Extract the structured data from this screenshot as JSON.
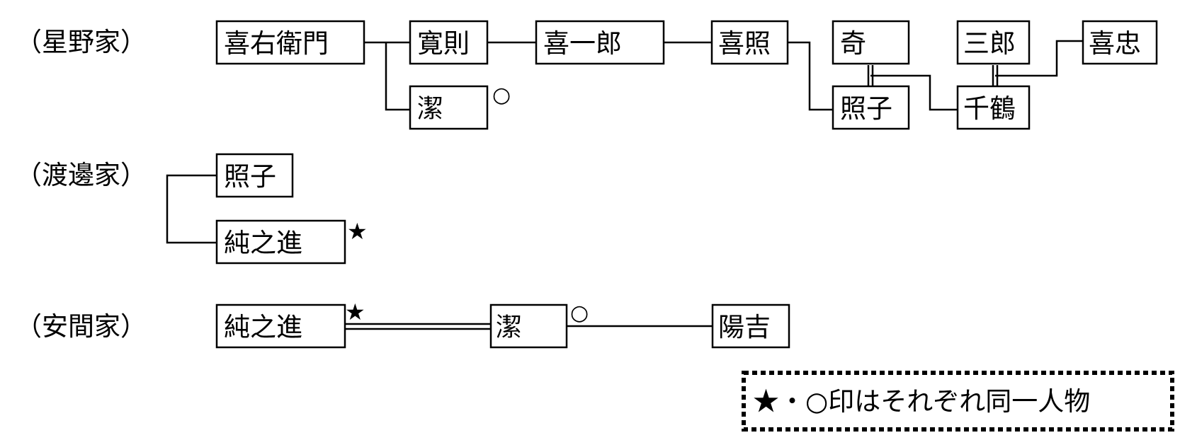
{
  "families": {
    "hoshino": "（星野家）",
    "watanabe": "（渡邊家）",
    "yasuma": "（安間家）"
  },
  "people": {
    "kiemon": "喜右衛門",
    "hironori": "寛則",
    "kiyoshi_h": "潔",
    "kiichiro": "喜一郎",
    "kiteru": "喜照",
    "ki": "奇",
    "teruko_h": "照子",
    "saburo": "三郎",
    "chizuru": "千鶴",
    "kichu": "喜忠",
    "teruko_w": "照子",
    "junnoshin_w": "純之進",
    "junnoshin_y": "純之進",
    "kiyoshi_y": "潔",
    "yokichi": "陽吉"
  },
  "markers": {
    "star": "★",
    "circle": "○"
  },
  "legend": {
    "text": "★・○印はそれぞれ同一人物"
  }
}
